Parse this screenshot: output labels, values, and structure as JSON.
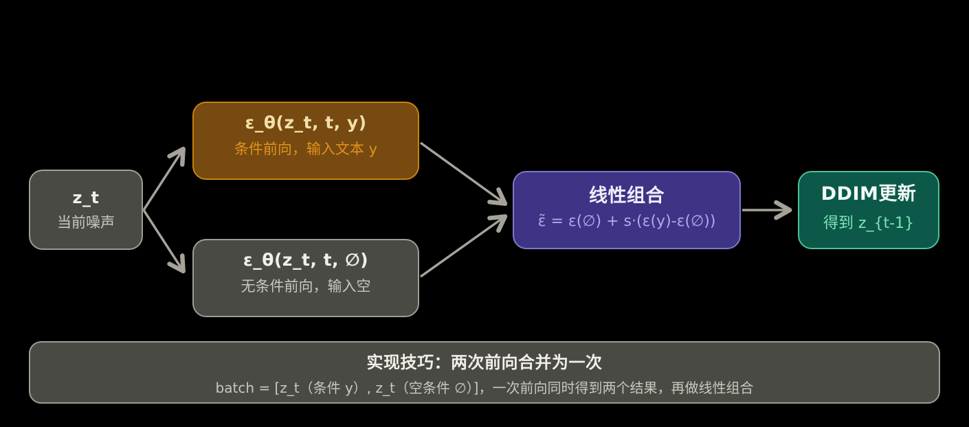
{
  "canvas": {
    "background": "#000000"
  },
  "colors": {
    "arrow": "#a6a29a",
    "gray-fill": "#4a4a45",
    "gray-border": "#9e9e96",
    "orange-fill": "#764a10",
    "orange-border": "#c8830f",
    "orange-title": "#f2dfa8",
    "orange-sub": "#e2921e",
    "purple-fill": "#3d3485",
    "purple-border": "#8278ca",
    "purple-sub": "#b3a8ea",
    "green-fill": "#0d5949",
    "green-border": "#4cc298",
    "green-sub": "#7de3bb",
    "title-light": "#f1efe7",
    "sub-gray": "#c9c7bd"
  },
  "nodes": {
    "zt": {
      "title": "z_t",
      "subtitle": "当前噪声"
    },
    "cond": {
      "title": "ε_θ(z_t, t, y)",
      "subtitle": "条件前向，输入文本 y"
    },
    "uncond": {
      "title": "ε_θ(z_t, t, ∅)",
      "subtitle": "无条件前向，输入空"
    },
    "combine": {
      "title": "线性组合",
      "formula": "ε̃ = ε(∅) + s·(ε(y)-ε(∅))"
    },
    "ddim": {
      "title": "DDIM更新",
      "subtitle": "得到 z_{t-1}"
    },
    "note": {
      "title": "实现技巧：两次前向合并为一次",
      "detail": "batch = [z_t（条件 y）, z_t（空条件 ∅）]，一次前向同时得到两个结果，再做线性组合"
    }
  }
}
